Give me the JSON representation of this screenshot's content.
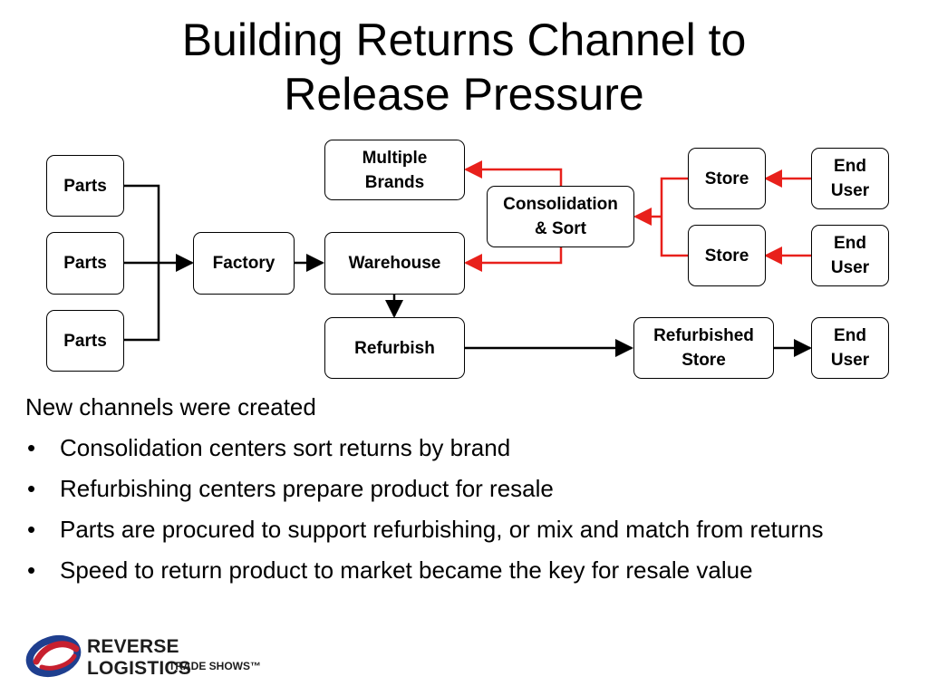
{
  "title": {
    "line1": "Building Returns Channel to",
    "line2": "Release Pressure"
  },
  "diagram": {
    "parts_1": "Parts",
    "parts_2": "Parts",
    "parts_3": "Parts",
    "factory": "Factory",
    "warehouse": "Warehouse",
    "refurbish": "Refurbish",
    "multiple_brands": "Multiple\nBrands",
    "consolidation": "Consolidation\n& Sort",
    "store_1": "Store",
    "store_2": "Store",
    "end_user_1": "End\nUser",
    "end_user_2": "End\nUser",
    "end_user_3": "End\nUser",
    "refurbished_store": "Refurbished\nStore",
    "colors": {
      "return_flow": "#e8201b",
      "forward_flow": "#000000"
    }
  },
  "notes": {
    "lead": "New channels were created",
    "bullets": [
      "Consolidation centers sort returns by brand",
      "Refurbishing centers prepare product for resale",
      "Parts are procured to support refurbishing, or mix and match from returns",
      "Speed to return product to market became the key for resale value"
    ]
  },
  "logo": {
    "name": "REVERSE LOGISTICS",
    "sub": "TRADE SHOWS™",
    "colors": {
      "blue": "#1f3f8f",
      "red": "#c7202f"
    }
  }
}
